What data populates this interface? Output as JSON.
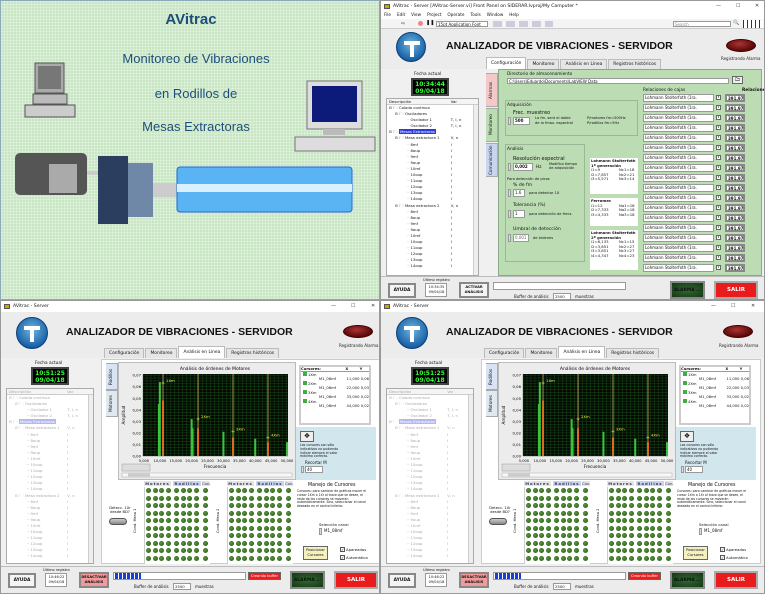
{
  "splash": {
    "title": "AVitrac",
    "lines": [
      "Monitoreo de Vibraciones",
      "en Rodillos de",
      "Mesas Extractoras"
    ]
  },
  "config_window": {
    "title_bar": "AVitrac - Server [AVitrac-Server.vi] Front Panel on SIDERAR.lvproj/My Computer *",
    "menu": [
      "File",
      "Edit",
      "View",
      "Project",
      "Operate",
      "Tools",
      "Window",
      "Help"
    ],
    "toolbar": {
      "font": "15pt Application Font",
      "search_placeholder": "Search"
    },
    "header_title": "ANALIZADOR DE VIBRACIONES - SERVIDOR",
    "alarm_led_label": "Registrando Alarma",
    "tabs": [
      "Configuración",
      "Monitoreo",
      "Análisis en Línea",
      "Registros históricos"
    ],
    "side_tabs": [
      "Alarmas",
      "Monitoreo",
      "Comunicación"
    ],
    "fecha_label": "Fecha actual",
    "time": "10:34:44",
    "date": "09/04/18",
    "dir_label": "Directorio de almacenamiento",
    "dir_path": "C:\\Users\\Eduardo\\Documents\\LabVIEW Data",
    "adquisicion": {
      "label": "Adquisición",
      "frec_label": "Frec. muestreo",
      "frec_value": "500",
      "note1": "La fm. será el doble",
      "note2": "de la fmax. espectral",
      "note3": "P/motores  fm=500Hz",
      "note4": "P/rodillos   fm=5Hz"
    },
    "analisis": {
      "label": "Análisis",
      "res_label": "Resolución espectral",
      "res_value": "0,002",
      "res_unit": "Hz",
      "res_note1": "Modifica tiempo",
      "res_note2": "de adquisición",
      "picos_label": "Para detección de picos",
      "fm_label": "% de fm",
      "fm_value": "1,6",
      "fm_note": "para detectar 1X",
      "tol_label": "Tolerancia (%)",
      "tol_value": "1",
      "tol_note": "para detección de frecs.",
      "umbral_label": "Umbral de detección",
      "umbral_value": "0,001",
      "umbral_note": "de órdenes"
    },
    "gear_notes": [
      {
        "title": "Lohmann Stolterfoth 1ª generación",
        "rows": [
          [
            "i1=9",
            "Nc1=18"
          ],
          [
            "i2=7,857",
            "Nc2=21"
          ],
          [
            "i3=5,571",
            "Nc3=14"
          ]
        ]
      },
      {
        "title": "Ferromec",
        "rows": [
          [
            "i1=12",
            "Na1=18"
          ],
          [
            "i2=7,333",
            "Na2=18"
          ],
          [
            "i3=4,333",
            "Na3=18"
          ]
        ]
      },
      {
        "title": "Lohmann Stolterfoth 2ª generación",
        "rows": [
          [
            "i1=6,133",
            "Nc1=15"
          ],
          [
            "i2=3,851",
            "Nc2=27"
          ],
          [
            "i3=3,851",
            "Nc3=27"
          ],
          [
            "i4=4,347",
            "Nc4=23"
          ]
        ]
      }
    ],
    "relaciones_label": "Relaciones de cajas",
    "relaciones_header": "Relaciones",
    "relation_option": "Lohmann Stolterfoth (1ra.",
    "relation_value": "391,97",
    "relation_count": 18,
    "bottom": {
      "ayuda": "AYUDA",
      "ultimo_label": "Último registro",
      "ultimo_time": "10:34:35",
      "ultimo_date": "09/04/18",
      "analisis_btn": "ACTIVAR ANÁLISIS",
      "buffer_label": "Buffer de análisis",
      "buffer_value": "2500",
      "buffer_unit": "muestras",
      "alarma": "ALARMA ...",
      "salir": "SALIR"
    }
  },
  "tree": {
    "headers": [
      "Descripción",
      "Var"
    ],
    "rows": [
      {
        "label": "Colada continua",
        "var": "",
        "level": 0,
        "folder": true
      },
      {
        "label": "Osciladores",
        "var": "",
        "level": 1,
        "folder": true
      },
      {
        "label": "Oscilador 1",
        "var": "T, I, n",
        "level": 3
      },
      {
        "label": "Oscilador 2",
        "var": "T, I, n",
        "level": 3
      },
      {
        "label": "Mesas Extractoras",
        "var": "",
        "level": 0,
        "folder": true,
        "selected": true
      },
      {
        "label": "Mesa extractora 1",
        "var": "V, n",
        "level": 1,
        "folder": true
      },
      {
        "label": "8mf",
        "var": "I",
        "level": 3
      },
      {
        "label": "8oup",
        "var": "I",
        "level": 3
      },
      {
        "label": "9mf",
        "var": "I",
        "level": 3
      },
      {
        "label": "9oup",
        "var": "I",
        "level": 3
      },
      {
        "label": "10mf",
        "var": "I",
        "level": 3
      },
      {
        "label": "10oup",
        "var": "I",
        "level": 3
      },
      {
        "label": "11oup",
        "var": "I",
        "level": 3
      },
      {
        "label": "12oup",
        "var": "I",
        "level": 3
      },
      {
        "label": "13oup",
        "var": "I",
        "level": 3
      },
      {
        "label": "14oup",
        "var": "I",
        "level": 3
      },
      {
        "label": "Mesa extractora 2",
        "var": "V, n",
        "level": 1,
        "folder": true
      },
      {
        "label": "8mf",
        "var": "I",
        "level": 3
      },
      {
        "label": "8oup",
        "var": "I",
        "level": 3
      },
      {
        "label": "9mf",
        "var": "I",
        "level": 3
      },
      {
        "label": "9oup",
        "var": "I",
        "level": 3
      },
      {
        "label": "10mf",
        "var": "I",
        "level": 3
      },
      {
        "label": "10oup",
        "var": "I",
        "level": 3
      },
      {
        "label": "11oup",
        "var": "I",
        "level": 3
      },
      {
        "label": "12oup",
        "var": "I",
        "level": 3
      },
      {
        "label": "13oup",
        "var": "I",
        "level": 3
      },
      {
        "label": "14oup",
        "var": "I",
        "level": 3
      }
    ]
  },
  "analysis_windows": [
    {
      "title_bar": "AVitrac - Server",
      "header_title": "ANALIZADOR DE VIBRACIONES - SERVIDOR",
      "alarm_led_label": "Registrando Alarma",
      "tabs": [
        "Configuración",
        "Monitoreo",
        "Análisis en Línea",
        "Registros históricos"
      ],
      "side_tabs": [
        "Rodillos",
        "Motores"
      ],
      "fecha_label": "Fecha actual",
      "time": "10:51:25",
      "date": "09/04/18",
      "cursor_table": {
        "headers": [
          "Cursores:",
          "X",
          "Y"
        ],
        "rows": [
          {
            "name": "1Xm",
            "channel": "M1_08mf",
            "x": "11,000",
            "y": "0,06"
          },
          {
            "name": "2Xm",
            "channel": "M1_08mf",
            "x": "22,000",
            "y": "0,03"
          },
          {
            "name": "3Xm",
            "channel": "M1_08mf",
            "x": "33,000",
            "y": "0,02"
          },
          {
            "name": "4Xm",
            "channel": "M1_08mf",
            "x": "44,000",
            "y": "0,02"
          }
        ]
      },
      "cursor_note": "Los cursores son sólo indicativos no pudiendo indicar siempre el valor máximo correcto.",
      "recortar_label": "Recortar M",
      "recortar_value": "40",
      "grid_headers": [
        "Motores",
        "Rodillos",
        "Con."
      ],
      "grid_labels": [
        "Cond. Mesa 1",
        "Cond. Mesa 2"
      ],
      "detecc_label": "Detecc. 1Xr desde BD?",
      "manejo_title": "Manejo de Cursores",
      "manejo_text": "Cursores: para cambiar de gráficos mover el cursor 1Xm o 1Xr al trazo que se desee, el resto de los cursores se moverán automáticamente. Sino, seleccionar el canal deseado en el control inferior.",
      "canal_label": "Selección canal",
      "canal_value": "M1_08mf",
      "posicionar": "Posicionar Cursores",
      "checks": [
        "Apareados",
        "Automático"
      ],
      "bottom": {
        "ayuda": "AYUDA",
        "ultimo_label": "Último registro",
        "ultimo_time": "10:46:22",
        "ultimo_date": "09/04/18",
        "analisis_btn": "DESACTIVAR ANÁLISIS",
        "creando": "Creando buffer",
        "buffer_label": "Buffer de análisis",
        "buffer_value": "2500",
        "buffer_unit": "muestras",
        "alarma": "ALARMA ...",
        "salir": "SALIR",
        "progress": 0.2
      }
    },
    {
      "title_bar": "AVitrac - Server",
      "header_title": "ANALIZADOR DE VIBRACIONES - SERVIDOR",
      "alarm_led_label": "Registrando Alarma",
      "tabs": [
        "Configuración",
        "Monitoreo",
        "Análisis en Línea",
        "Registros históricos"
      ],
      "side_tabs": [
        "Rodillos",
        "Motores"
      ],
      "fecha_label": "Fecha actual",
      "time": "10:51:25",
      "date": "09/04/18",
      "cursor_table": {
        "headers": [
          "Cursores:",
          "X",
          "Y"
        ],
        "rows": [
          {
            "name": "1Xm",
            "channel": "M1_08mf",
            "x": "11,000",
            "y": "0,06"
          },
          {
            "name": "2Xm",
            "channel": "M1_08mf",
            "x": "22,000",
            "y": "0,03"
          },
          {
            "name": "3Xm",
            "channel": "M1_08mf",
            "x": "33,000",
            "y": "0,02"
          },
          {
            "name": "4Xm",
            "channel": "M1_08mf",
            "x": "44,000",
            "y": "0,02"
          }
        ]
      },
      "cursor_note": "Los cursores son sólo indicativos no pudiendo indicar siempre el valor máximo correcto.",
      "recortar_label": "Recortar M",
      "recortar_value": "40",
      "grid_headers": [
        "Motores",
        "Rodillos",
        "Con."
      ],
      "grid_labels": [
        "Cond. Mesa 1",
        "Cond. Mesa 2"
      ],
      "detecc_label": "Detecc. 1Xr desde BD?",
      "manejo_title": "Manejo de Cursores",
      "manejo_text": "Cursores: para cambiar de gráficos mover el cursor 1Xm o 1Xr al trazo que se desee, el resto de los cursores se moverán automáticamente. Sino, seleccionar el canal deseado en el control inferior.",
      "canal_label": "Selección canal",
      "canal_value": "M1_08mf",
      "posicionar": "Posicionar Cursores",
      "checks": [
        "Apareados",
        "Automático"
      ],
      "bottom": {
        "ayuda": "AYUDA",
        "ultimo_label": "Último registro",
        "ultimo_time": "10:46:22",
        "ultimo_date": "09/04/18",
        "analisis_btn": "DESACTIVAR ANÁLISIS",
        "creando": "Creando buffer",
        "buffer_label": "Buffer de análisis",
        "buffer_value": "2500",
        "buffer_unit": "muestras",
        "alarma": "ALARMA ...",
        "salir": "SALIR",
        "progress": 0.2
      }
    }
  ],
  "chart_data": {
    "type": "bar",
    "title": "Análisis de órdenes de Motores",
    "xlabel": "Frecuencia",
    "ylabel": "Amplitud",
    "xlim": [
      4700,
      50300
    ],
    "ylim": [
      0,
      0.071
    ],
    "xticks": [
      "5,000",
      "10,000",
      "15,000",
      "20,000",
      "25,000",
      "30,000",
      "35,000",
      "40,000",
      "45,000",
      "50,000"
    ],
    "xtick_values": [
      5000,
      10000,
      15000,
      20000,
      25000,
      30000,
      35000,
      40000,
      45000,
      50000
    ],
    "yticks": [
      "0,00",
      "0,01",
      "0,02",
      "0,03",
      "0,04",
      "0,05",
      "0,06",
      "0,07"
    ],
    "ytick_values": [
      0,
      0.01,
      0.02,
      0.03,
      0.04,
      0.05,
      0.06,
      0.07
    ],
    "series": [
      {
        "name": "green",
        "color": "#3ac43a",
        "x": [
          9700,
          10000,
          20000,
          20300,
          30000,
          40000,
          50000
        ],
        "values": [
          0.045,
          0.064,
          0.032,
          0.024,
          0.021,
          0.015,
          0.012
        ]
      },
      {
        "name": "orange",
        "color": "#e06a20",
        "x": [
          11000,
          22000,
          33000,
          44000
        ],
        "values": [
          0.048,
          0.024,
          0.016,
          0.012
        ]
      }
    ],
    "cursors": [
      {
        "label": "1Xm",
        "x": 11000,
        "y": 0.063
      },
      {
        "label": "2Xm",
        "x": 22000,
        "y": 0.032
      },
      {
        "label": "3Xm",
        "x": 33000,
        "y": 0.021
      },
      {
        "label": "4Xm",
        "x": 44000,
        "y": 0.016
      }
    ]
  },
  "colors": {
    "green_panel": "#bcdcb4",
    "alarm_green": "#1e4a1e",
    "salir_red": "#e81c1c",
    "led_green": "#2f6b1f"
  }
}
